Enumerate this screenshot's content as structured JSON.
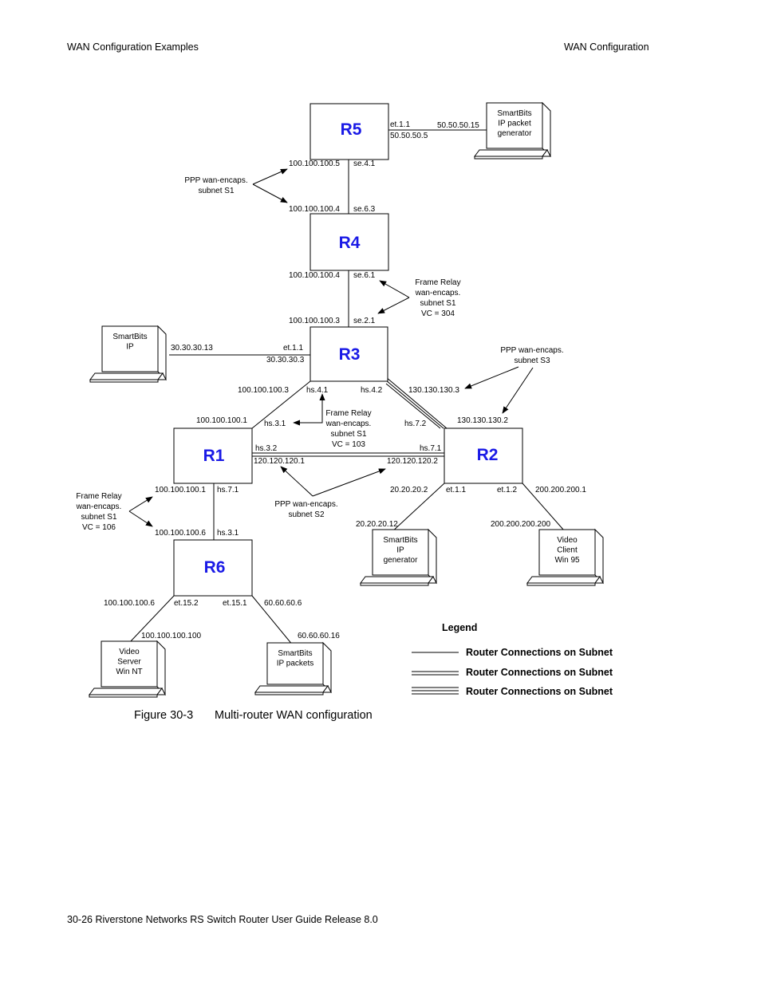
{
  "header": {
    "left": "WAN Configuration Examples",
    "right": "WAN Configuration"
  },
  "footer": "30-26   Riverstone Networks RS Switch Router User Guide   Release 8.0",
  "figure": {
    "number": "Figure 30-3",
    "title": "Multi-router WAN configuration"
  },
  "routers": {
    "r1": "R1",
    "r2": "R2",
    "r3": "R3",
    "r4": "R4",
    "r5": "R5",
    "r6": "R6"
  },
  "hosts": {
    "h5": [
      "SmartBits",
      "IP packet",
      "generator"
    ],
    "h3": [
      "SmartBits",
      "IP"
    ],
    "h2a": [
      "SmartBits",
      "IP",
      "generator"
    ],
    "h2b": [
      "Video",
      "Client",
      "Win 95"
    ],
    "h6a": [
      "Video",
      "Server",
      "Win NT"
    ],
    "h6b": [
      "SmartBits",
      "IP packets"
    ]
  },
  "labels": {
    "r5_et": "et.1.1",
    "r5_et_ip": "50.50.50.5",
    "h5_ip": "50.50.50.15",
    "r5_se_ip": "100.100.100.5",
    "r5_se": "se.4.1",
    "r4_top_ip": "100.100.100.4",
    "r4_top": "se.6.3",
    "r4_bot_ip": "100.100.100.4",
    "r4_bot": "se.6.1",
    "r3_top_ip": "100.100.100.3",
    "r3_top": "se.2.1",
    "h3_ip": "30.30.30.13",
    "r3_et": "et.1.1",
    "r3_et_ip": "30.30.30.3",
    "r3_hs41_ip": "100.100.100.3",
    "r3_hs41": "hs.4.1",
    "r3_hs42": "hs.4.2",
    "r3_hs42_ip": "130.130.130.3",
    "r1_top_ip": "100.100.100.1",
    "r1_hs31": "hs.3.1",
    "r2_hs72": "hs.7.2",
    "r2_top_ip": "130.130.130.2",
    "r1_hs32": "hs.3.2",
    "r2_hs71": "hs.7.1",
    "r1_s2_ip": "120.120.120.1",
    "r2_s2_ip": "120.120.120.2",
    "r1_bot_ip": "100.100.100.1",
    "r1_hs71": "hs.7.1",
    "r6_top_ip": "100.100.100.6",
    "r6_hs31": "hs.3.1",
    "r2_et11_ip": "20.20.20.2",
    "r2_et11": "et.1.1",
    "r2_et12": "et.1.2",
    "r2_et12_ip": "200.200.200.1",
    "h2a_ip": "20.20.20.12",
    "h2b_ip": "200.200.200.200",
    "r6_et152_ip": "100.100.100.6",
    "r6_et152": "et.15.2",
    "r6_et151": "et.15.1",
    "r6_et151_ip": "60.60.60.6",
    "h6a_ip": "100.100.100.100",
    "h6b_ip": "60.60.60.16"
  },
  "annotations": {
    "ppp_s1": [
      "PPP wan-encaps.",
      "subnet S1"
    ],
    "fr_s1_304": [
      "Frame Relay",
      "wan-encaps.",
      "subnet S1",
      "VC = 304"
    ],
    "ppp_s3": [
      "PPP wan-encaps.",
      "subnet S3"
    ],
    "fr_s1_103": [
      "Frame Relay",
      "wan-encaps.",
      "subnet S1",
      "VC = 103"
    ],
    "ppp_s2": [
      "PPP wan-encaps.",
      "subnet S2"
    ],
    "fr_s1_106": [
      "Frame Relay",
      "wan-encaps.",
      "subnet S1",
      "VC = 106"
    ]
  },
  "legend": {
    "title": "Legend",
    "items": [
      "Router Connections on Subnet",
      "Router Connections on Subnet",
      "Router Connections on Subnet"
    ]
  }
}
